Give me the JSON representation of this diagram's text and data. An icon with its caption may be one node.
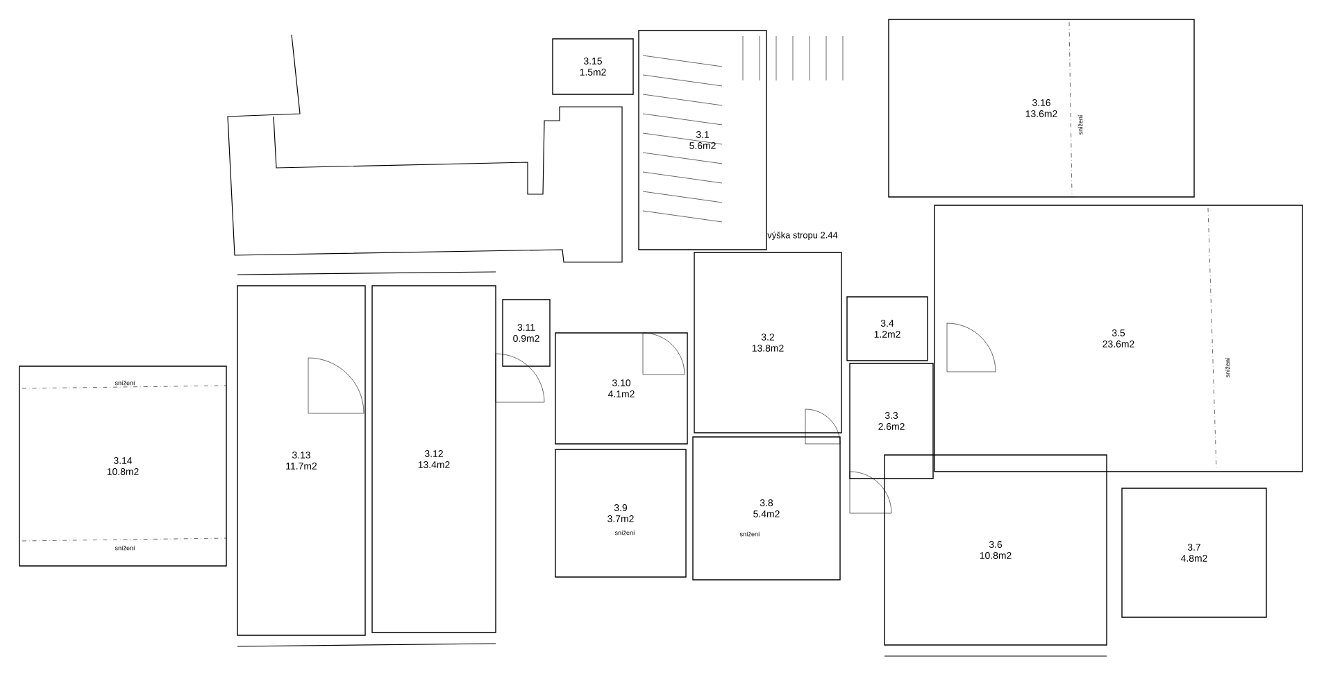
{
  "diagram": {
    "nodes": [
      {
        "text": [
          "3.15",
          "1.5m2"
        ]
      },
      {
        "text": [
          "3.16",
          "13.6m2"
        ]
      },
      {
        "text": [
          "3.1",
          "5.6m2"
        ]
      },
      {
        "text": [
          "3.2",
          "13.8m2"
        ]
      },
      {
        "text": [
          "3.11",
          "0.9m2"
        ]
      },
      {
        "text": [
          "3.4",
          "1.2m2"
        ]
      },
      {
        "text": [
          "3.5",
          "23.6m2"
        ]
      },
      {
        "text": [
          "3.10",
          "4.1m2"
        ]
      },
      {
        "text": [
          "3.3",
          "2.6m2"
        ]
      },
      {
        "text": [
          "3.14",
          "10.8m2"
        ]
      },
      {
        "text": [
          "3.13",
          "11.7m2"
        ]
      },
      {
        "text": [
          "3.12",
          "13.4m2"
        ]
      },
      {
        "text": [
          "3.8",
          "5.4m2"
        ]
      },
      {
        "text": [
          "3.9",
          "3.7m2"
        ]
      },
      {
        "text": [
          "3.6",
          "10.8m2"
        ]
      },
      {
        "text": [
          "3.7",
          "4.8m2"
        ]
      }
    ],
    "labels": [
      "snížení",
      "výška stropu 2.44",
      "snížení",
      "snížení",
      "snížení",
      "snížení",
      "snížení"
    ]
  }
}
